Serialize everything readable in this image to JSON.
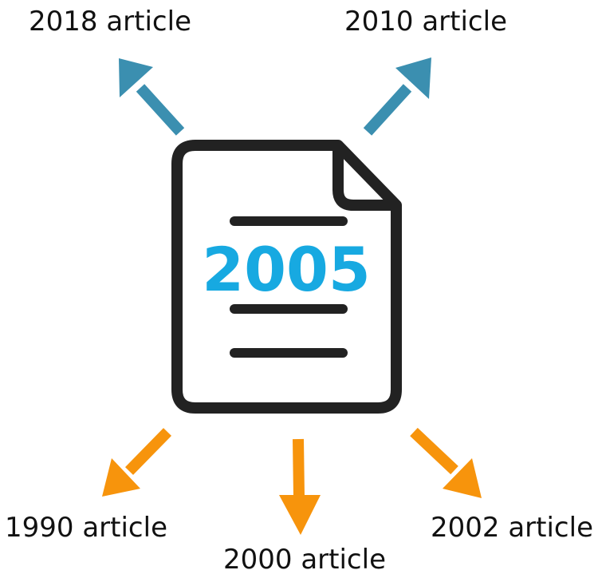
{
  "center_document": {
    "year": "2005",
    "year_color": "#17a9e1",
    "outline_color": "#222222"
  },
  "citing_articles": [
    {
      "label": "2018 article",
      "direction": "outgoing-up"
    },
    {
      "label": "2010 article",
      "direction": "outgoing-up"
    }
  ],
  "cited_articles": [
    {
      "label": "1990 article",
      "direction": "outgoing-down"
    },
    {
      "label": "2000 article",
      "direction": "outgoing-down"
    },
    {
      "label": "2002 article",
      "direction": "outgoing-down"
    }
  ],
  "colors": {
    "up_arrow": "#3b8fb0",
    "down_arrow": "#f7940c"
  }
}
